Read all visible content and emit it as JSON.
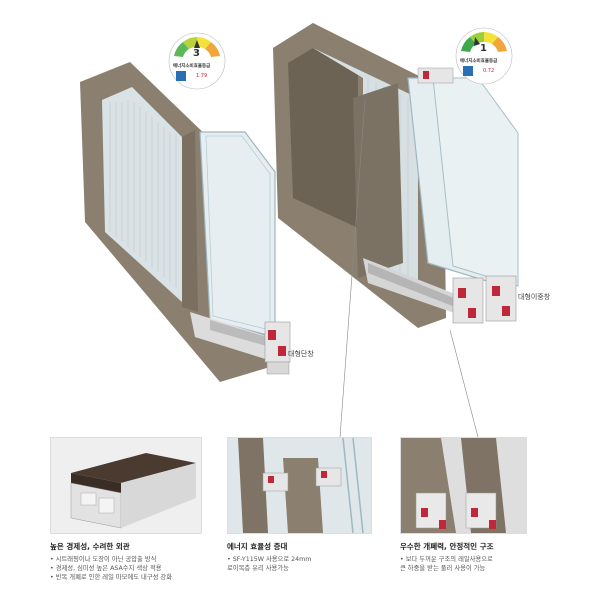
{
  "badges": [
    {
      "grade": "3",
      "title": "에너지소비효율등급",
      "value": "1.79"
    },
    {
      "grade": "1",
      "title": "에너지소비효율등급",
      "value": "0.72"
    }
  ],
  "windows": {
    "single_label": "대형단창",
    "double_label": "대형이중창"
  },
  "features": [
    {
      "title": "높은 경제성, 수려한 외관",
      "lines": [
        "• 시트래핑이나 도장이 아닌 공압출 방식",
        "• 경제성, 심미성 높은 ASA수지 색상 적용",
        "• 반복 개폐로 인한 레일 마모에도 내구성 강화"
      ]
    },
    {
      "title": "에너지 효율성 증대",
      "lines": [
        "• SF-Y115W 사용으로 24mm",
        "  로이복층 유리 사용가능"
      ]
    },
    {
      "title": "우수한 개폐력, 안정적인 구조",
      "lines": [
        "• 보다 두꺼운 구조의 레일사용으로",
        "  큰 하중을 받는 풀러 사용이 가능"
      ]
    }
  ],
  "colors": {
    "frame": "#8b8070",
    "frame_dark": "#6c6254",
    "glass": "#dfe8ec",
    "pvc": "#e6e6e6",
    "accent_red": "#c0283a"
  }
}
